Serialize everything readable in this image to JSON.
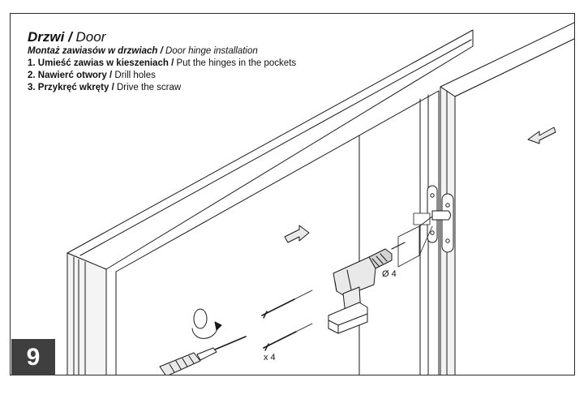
{
  "header": {
    "title_pl": "Drzwi",
    "title_sep": " / ",
    "title_en": "Door",
    "subtitle_pl": "Montaż zawiasów w drzwiach",
    "subtitle_sep": " / ",
    "subtitle_en": "Door hinge installation"
  },
  "steps": [
    {
      "pl": "1. Umieść zawias w kieszeniach",
      "sep": " / ",
      "en": "Put the hinges in the pockets"
    },
    {
      "pl": "2. Nawierć otwory",
      "sep": " / ",
      "en": "Drill holes"
    },
    {
      "pl": "3. Przykręć wkręty",
      "sep": " / ",
      "en": "Drive the scraw"
    }
  ],
  "labels": {
    "drill_diameter": "Ø 4",
    "screw_count": "x 4"
  },
  "step_number": "9",
  "colors": {
    "badge_bg": "#3f3f3f",
    "line": "#1a1a1a",
    "fill_light": "#e9e9e9",
    "fill_mid": "#d4d4d4"
  }
}
